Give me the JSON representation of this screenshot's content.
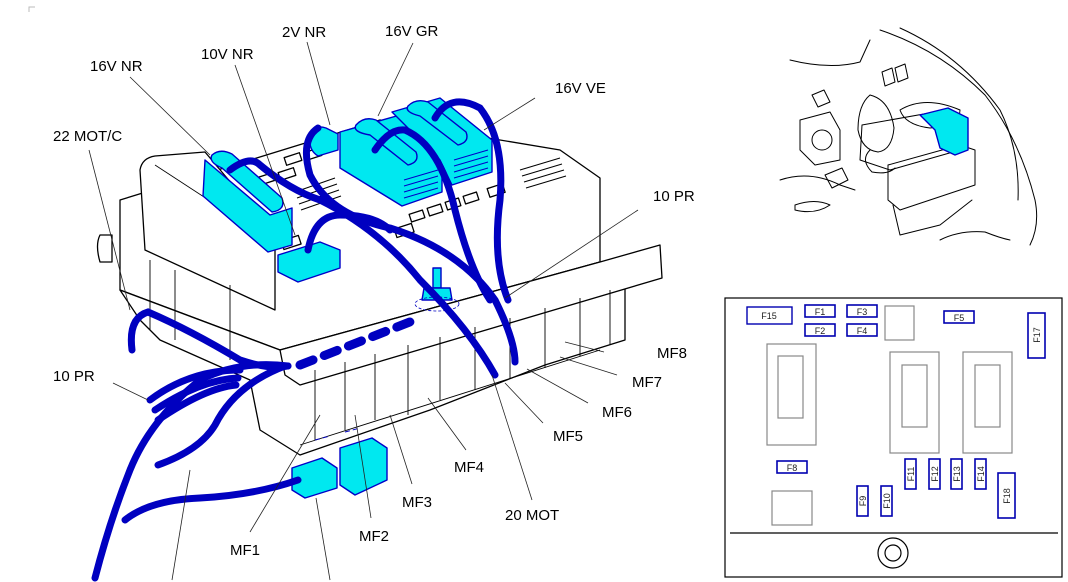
{
  "diagram": {
    "title": "Engine compartment fuse box",
    "callouts": [
      {
        "id": "16v-nr",
        "text": "16V NR"
      },
      {
        "id": "10v-nr",
        "text": "10V NR"
      },
      {
        "id": "2v-nr",
        "text": "2V NR"
      },
      {
        "id": "16v-gr",
        "text": "16V GR"
      },
      {
        "id": "16v-ve",
        "text": "16V VE"
      },
      {
        "id": "22-mot-c",
        "text": "22 MOT/C"
      },
      {
        "id": "10-pr-right",
        "text": "10 PR"
      },
      {
        "id": "10-pr-left",
        "text": "10 PR"
      },
      {
        "id": "mf8",
        "text": "MF8"
      },
      {
        "id": "mf7",
        "text": "MF7"
      },
      {
        "id": "mf6",
        "text": "MF6"
      },
      {
        "id": "mf5",
        "text": "MF5"
      },
      {
        "id": "mf4",
        "text": "MF4"
      },
      {
        "id": "mf3",
        "text": "MF3"
      },
      {
        "id": "mf2",
        "text": "MF2"
      },
      {
        "id": "mf1",
        "text": "MF1"
      },
      {
        "id": "20-mot",
        "text": "20 MOT"
      }
    ],
    "fuse_layout": {
      "fuses": [
        "F1",
        "F2",
        "F3",
        "F4",
        "F5",
        "F8",
        "F9",
        "F10",
        "F11",
        "F12",
        "F13",
        "F14",
        "F15",
        "F17",
        "F18"
      ]
    },
    "colors": {
      "connector": "#00e8f0",
      "wire": "#0000c0",
      "fuse_outline": "#0000b0",
      "relay_outline": "#888888"
    }
  }
}
